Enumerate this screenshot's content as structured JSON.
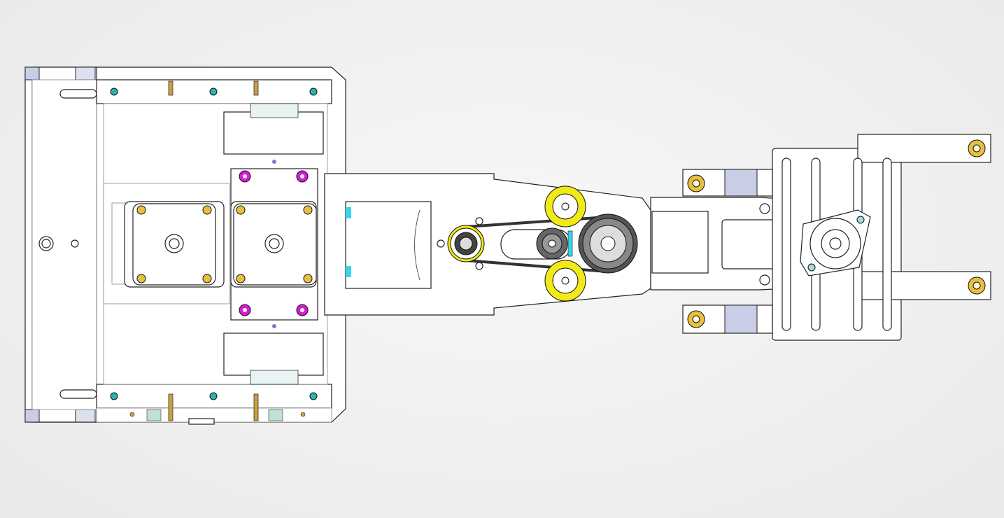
{
  "colors": {
    "background": "#ededed",
    "line": "#222222",
    "teal_fastener": "#2bb3b3",
    "magenta_fastener": "#d61ad6",
    "brass": "#c8a040",
    "yellow_idler": "#f2ea17",
    "gold_nut": "#e8c040",
    "lavender_block": "#c9cde6",
    "cyan_clip": "#3ad6e8",
    "pulley_dark": "#555555"
  },
  "components": {
    "base_frame": "base-frame",
    "stepper_motors": [
      "stepper-motor-left",
      "stepper-motor-right"
    ],
    "arm_link": "arm-link",
    "belt_drive": "belt-drive",
    "idlers": [
      "idler-top",
      "idler-bottom"
    ],
    "end_bracket": "end-bracket",
    "end_motor": "end-motor"
  }
}
